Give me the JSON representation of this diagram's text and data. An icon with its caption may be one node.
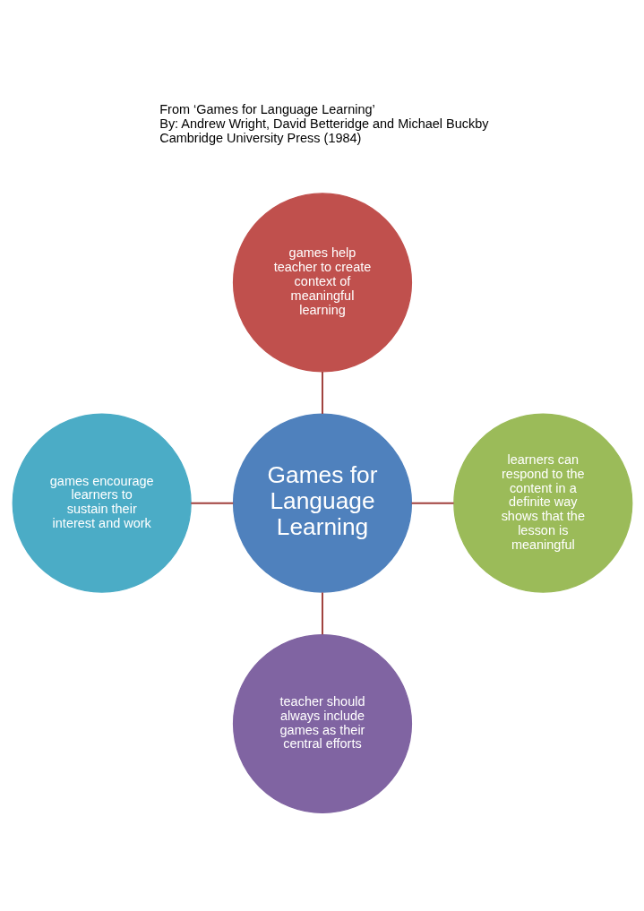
{
  "diagram": {
    "nodes": [
      {
        "text": [
          "games help teacher to create context of meaningful learning"
        ]
      },
      {
        "text": [
          "games encourage learners to sustain their interest and work"
        ]
      },
      {
        "text": [
          "Games for Language Learning"
        ]
      },
      {
        "text": [
          "learners can respond to the content in a definite way shows that the lesson is meaningful"
        ]
      },
      {
        "text": [
          "teacher should always include games as their central efforts"
        ]
      }
    ],
    "edges": [
      {
        "from": 0,
        "to": 2,
        "arrow": "none"
      },
      {
        "from": 1,
        "to": 2,
        "arrow": "none"
      },
      {
        "from": 2,
        "to": 3,
        "arrow": "none"
      },
      {
        "from": 2,
        "to": 4,
        "arrow": "none"
      }
    ],
    "labels": [
      "From ‘Games for Language Learning’",
      "By: Andrew Wright, David Betteridge and Michael Buckby",
      "Cambridge University Press (1984)"
    ]
  }
}
